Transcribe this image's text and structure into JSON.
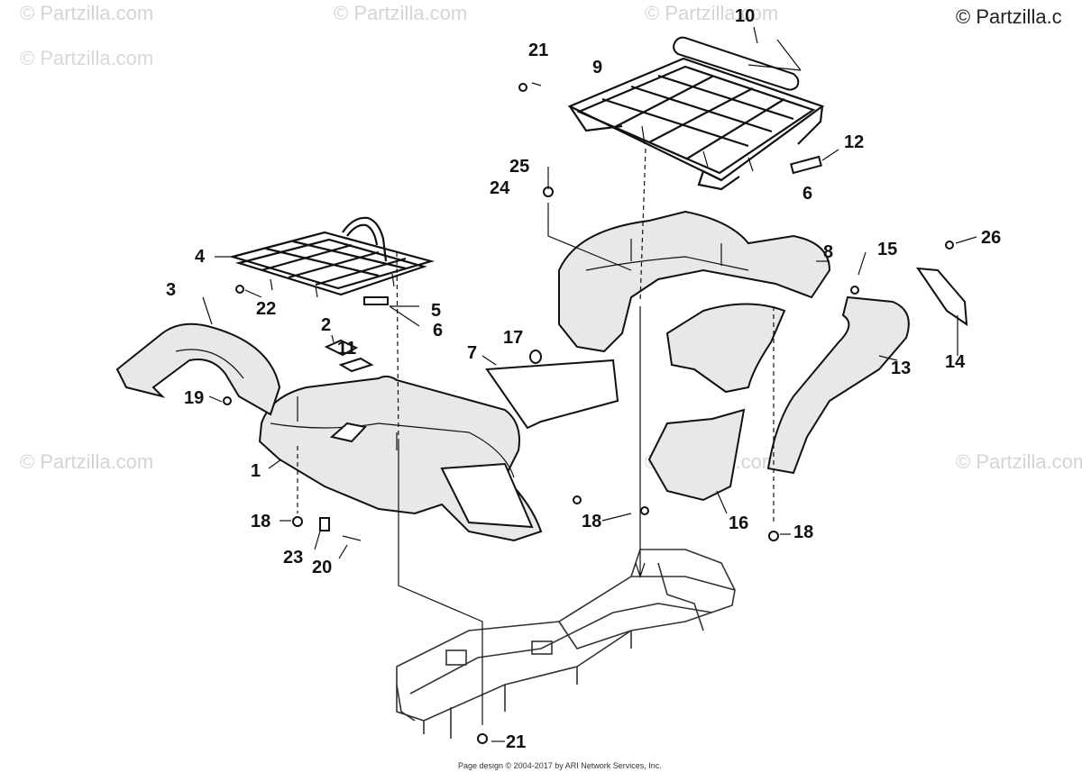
{
  "copyright": "© Partzilla.c",
  "watermark": "© Partzilla.com",
  "footer": "Page design © 2004-2017 by ARI Network Services, Inc.",
  "callouts": {
    "c1": "1",
    "c2": "2",
    "c3": "3",
    "c4": "4",
    "c5": "5",
    "c6a": "6",
    "c6b": "6",
    "c7": "7",
    "c8": "8",
    "c9": "9",
    "c10": "10",
    "c11": "11",
    "c12": "12",
    "c13": "13",
    "c14": "14",
    "c15": "15",
    "c16": "16",
    "c17": "17",
    "c18a": "18",
    "c18b": "18",
    "c18c": "18",
    "c19": "19",
    "c20": "20",
    "c21a": "21",
    "c21b": "21",
    "c22": "22",
    "c23": "23",
    "c24": "24",
    "c25": "25",
    "c26": "26"
  }
}
